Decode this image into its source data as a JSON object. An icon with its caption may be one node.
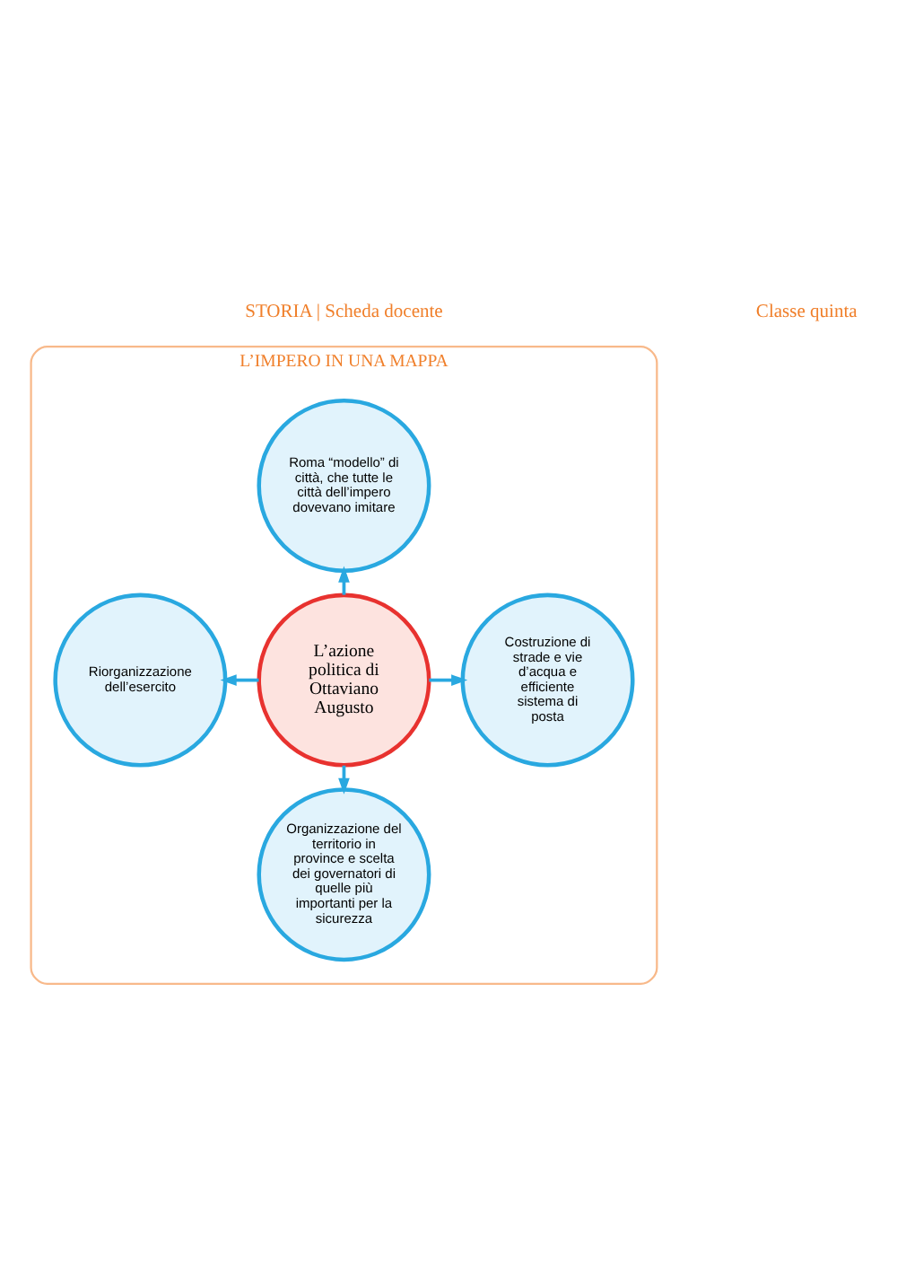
{
  "diagram": {
    "nodes": [
      {
        "text": [
          "L’IMPERO IN UNA MAPPA"
        ]
      },
      {
        "text": [
          "L’azione politica di Ottaviano Augusto"
        ],
        "in": 0
      },
      {
        "text": [
          "Roma “modello” di città, che tutte le città dell’impero dovevano imitare"
        ],
        "in": 0
      },
      {
        "text": [
          "Riorganizzazione dell’esercito"
        ],
        "in": 0
      },
      {
        "text": [
          "Costruzione di strade e vie d’acqua e efficiente sistema di posta"
        ],
        "in": 0
      },
      {
        "text": [
          "Organizzazione del territorio in province e scelta dei governatori di quelle più importanti per la sicurezza"
        ],
        "in": 0
      }
    ],
    "edges": [
      {
        "from": 1,
        "to": 2,
        "arrow": "to"
      },
      {
        "from": 1,
        "to": 3,
        "arrow": "to"
      },
      {
        "from": 1,
        "to": 4,
        "arrow": "to"
      },
      {
        "from": 1,
        "to": 5,
        "arrow": "to"
      }
    ],
    "labels": [
      "STORIA | Scheda docente",
      "Classe quinta"
    ]
  }
}
